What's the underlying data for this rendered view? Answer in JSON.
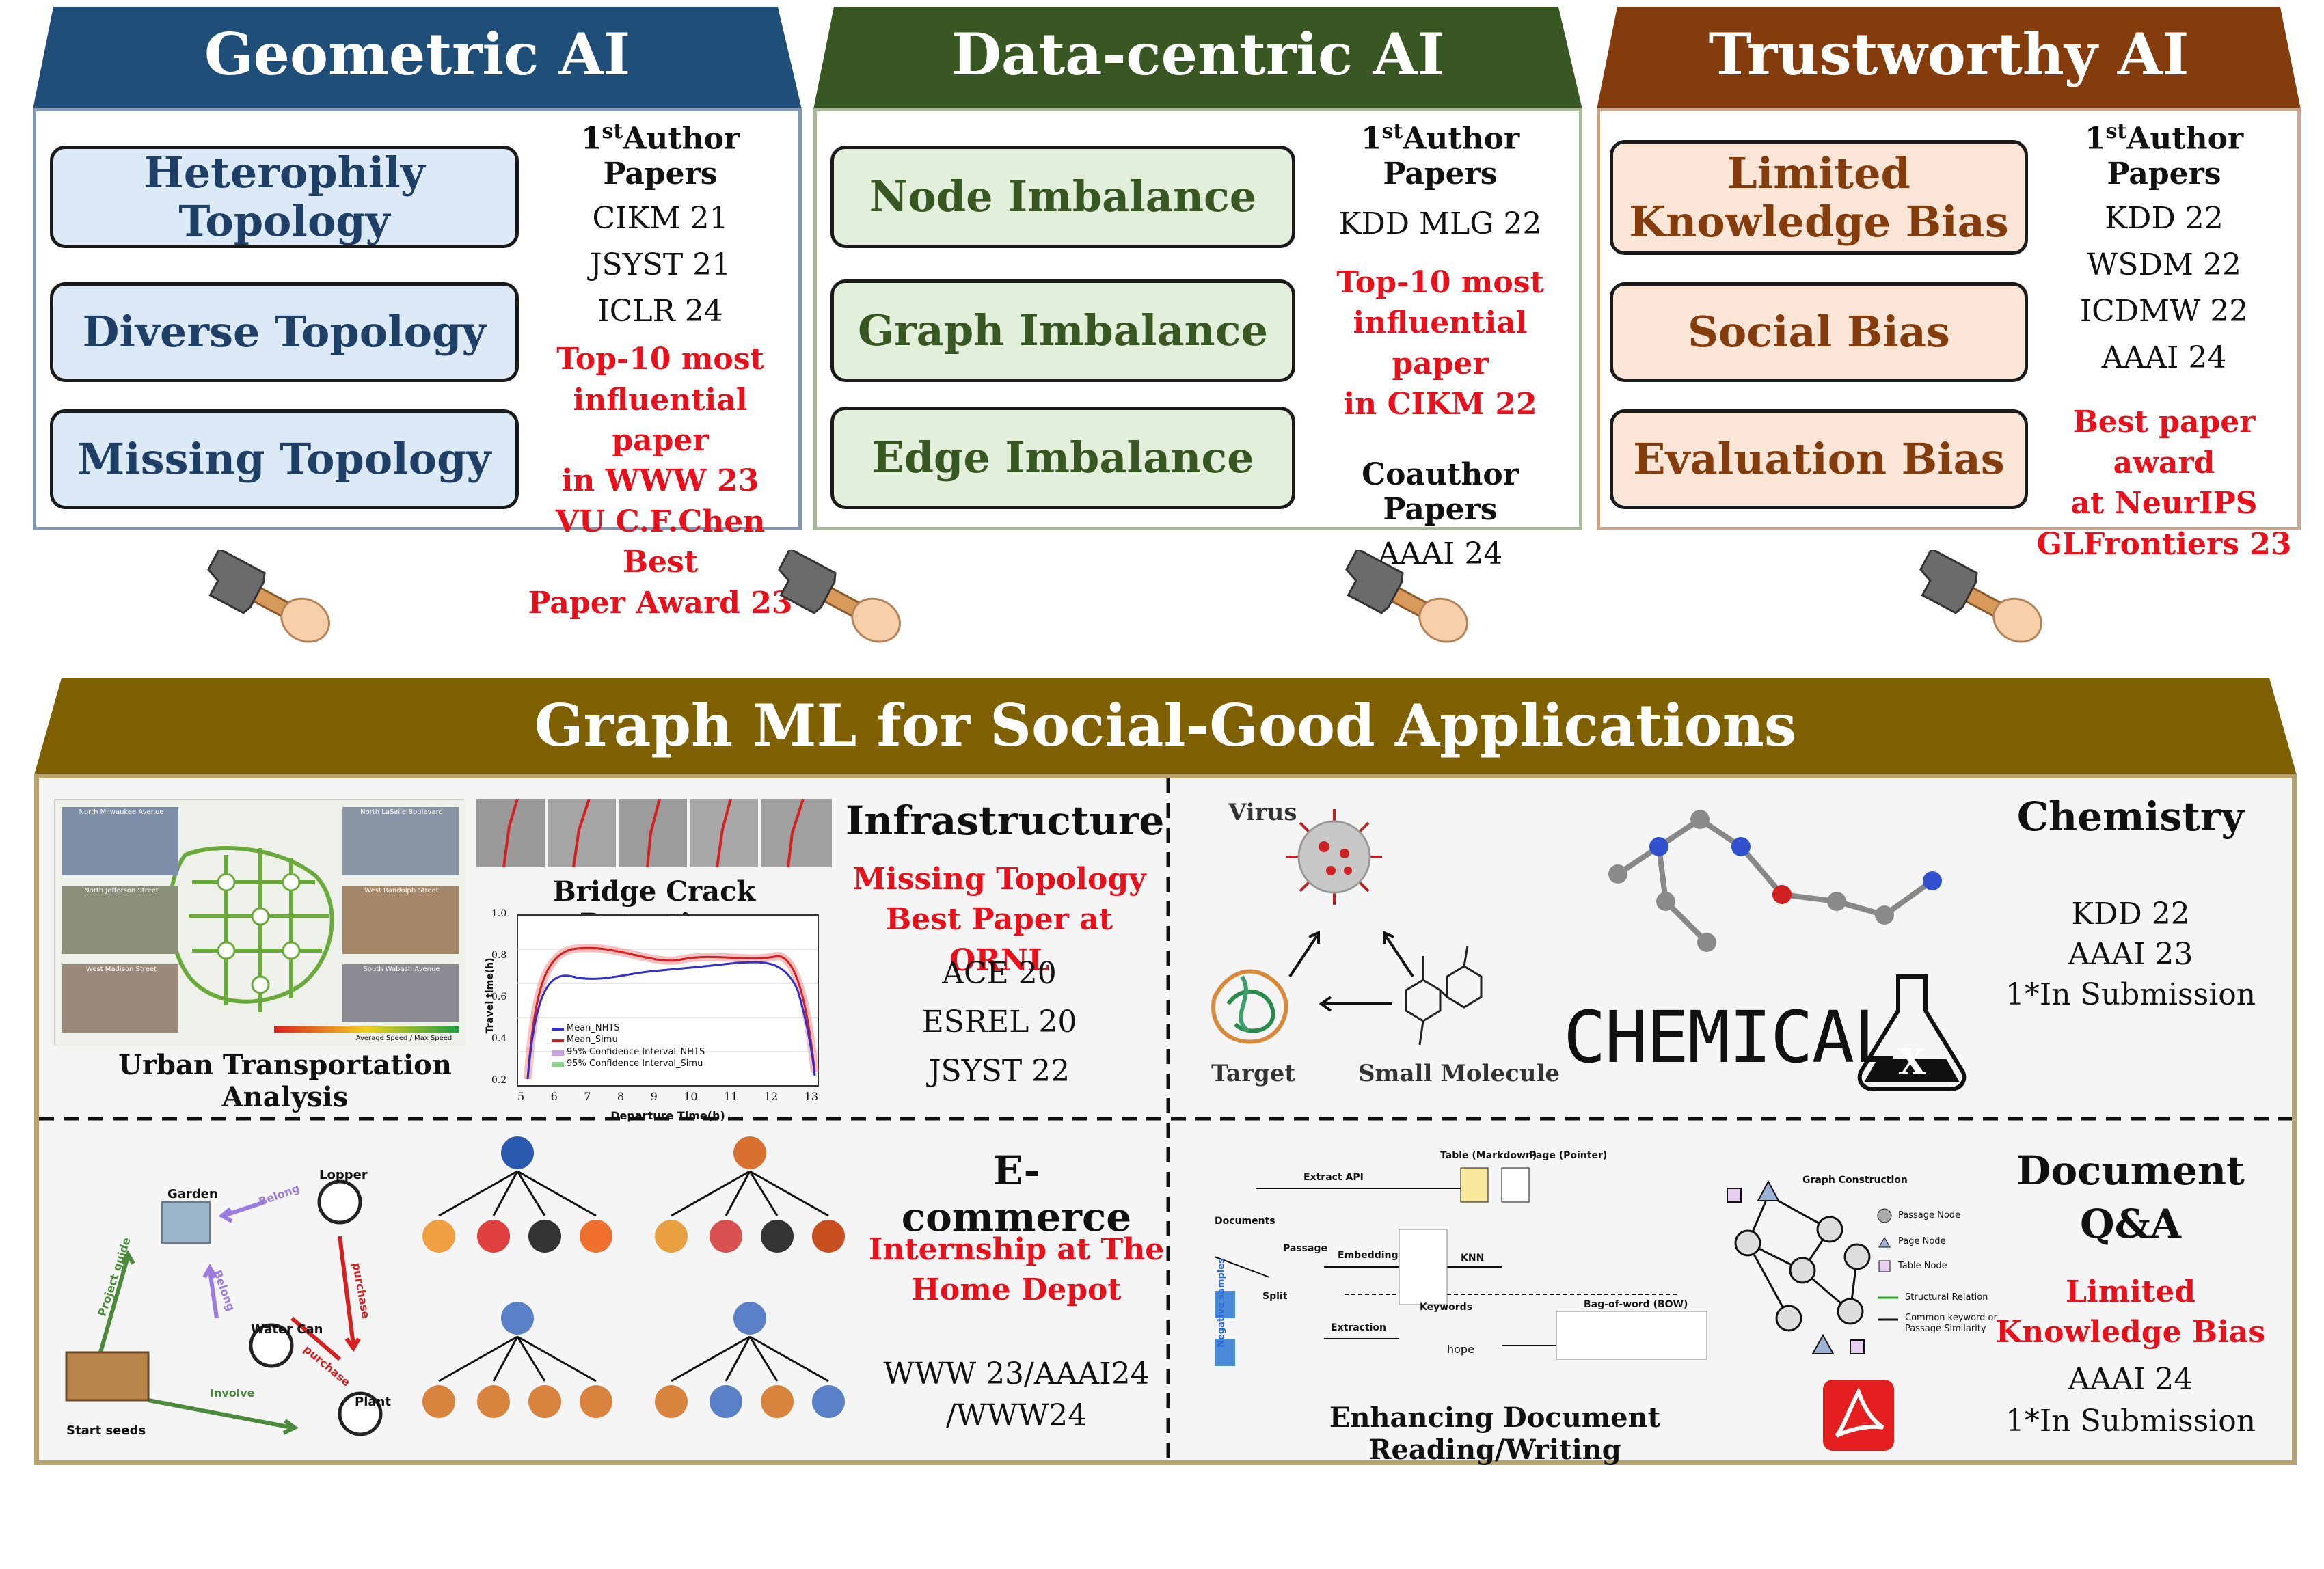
{
  "colors": {
    "geometric_banner": "#1f4e79",
    "geometric_box": "#dce9f6",
    "geometric_text": "#1f3f66",
    "datacentric_banner": "#385723",
    "datacentric_box": "#e2efda",
    "datacentric_text": "#385723",
    "trustworthy_banner": "#843c0c",
    "trustworthy_box": "#fbe5d6",
    "trustworthy_text": "#843c0c",
    "highlight_red": "#e8101a",
    "app_banner": "#7f6000"
  },
  "geometric": {
    "title": "Geometric AI",
    "boxes": [
      "Heterophily Topology",
      "Diverse Topology",
      "Missing Topology"
    ],
    "papers_header": "Author Papers",
    "papers_header_sup": "st",
    "papers_header_num": "1",
    "papers": [
      "CIKM 21",
      "JSYST 21",
      "ICLR 24"
    ],
    "awards": [
      "Top-10 most",
      "influential paper",
      "in WWW  23",
      "VU C.F.Chen Best",
      "Paper Award 23"
    ]
  },
  "datacentric": {
    "title": "Data-centric AI",
    "boxes": [
      "Node Imbalance",
      "Graph Imbalance",
      "Edge Imbalance"
    ],
    "papers_header": "Author Papers",
    "papers_header_sup": "st",
    "papers_header_num": "1",
    "papers": [
      "KDD MLG 22"
    ],
    "awards": [
      "Top-10 most",
      "influential paper",
      "in CIKM 22"
    ],
    "coauthor_header": "Coauthor Papers",
    "coauthor_papers": [
      "AAAI 24"
    ]
  },
  "trustworthy": {
    "title": "Trustworthy AI",
    "boxes": [
      "Limited Knowledge Bias",
      "Social Bias",
      "Evaluation Bias"
    ],
    "papers_header": "Author Papers",
    "papers_header_sup": "st",
    "papers_header_num": "1",
    "papers": [
      "KDD 22",
      "WSDM 22",
      "ICDMW 22",
      "AAAI 24"
    ],
    "awards": [
      "Best paper award",
      "at NeurIPS",
      "GLFrontiers 23"
    ]
  },
  "applications": {
    "title": "Graph ML for Social-Good Applications",
    "infrastructure": {
      "title": "Infrastructure",
      "awards": [
        "Missing Topology",
        "Best Paper at ORNL"
      ],
      "papers": [
        "ACE 20",
        "ESREL 20",
        "JSYST 22"
      ],
      "caption_left": "Urban Transportation Analysis",
      "caption_right": "Bridge Crack Detection",
      "street_labels": [
        "North Milwaukee Avenue",
        "North Jefferson Street",
        "West Madison Street",
        "North LaSalle Boulevard",
        "West Randolph Street",
        "South Wabash Avenue"
      ],
      "chart": {
        "ylabel": "Travel time(h)",
        "xlabel": "Departure Time(h)",
        "legend": [
          "Mean_NHTS",
          "Mean_Simu",
          "95% Confidence Interval_NHTS",
          "95% Confidence Interval_Simu"
        ],
        "xticks": [
          "5",
          "6",
          "7",
          "8",
          "9",
          "10",
          "11",
          "12",
          "13"
        ],
        "yticks": [
          "0.2",
          "0.4",
          "0.6",
          "0.8",
          "1.0"
        ]
      },
      "speed_label": "Average Speed / Max Speed"
    },
    "chemistry": {
      "title": "Chemistry",
      "papers": [
        "KDD 22",
        "AAAI 23",
        "1*In Submission"
      ],
      "virus_label": "Virus",
      "target_label": "Target",
      "molecule_label": "Small Molecule",
      "logo_text": "CHEMICAL",
      "logo_x": "X"
    },
    "ecommerce": {
      "title": "E-commerce",
      "awards": [
        "Internship at The",
        "Home Depot"
      ],
      "papers": [
        "WWW 23/AAAI24",
        "/WWW24"
      ],
      "graph_labels": {
        "garden": "Garden",
        "lopper": "Lopper",
        "water_can": "Water Can",
        "plant": "Plant",
        "start_seeds": "Start seeds",
        "belong": "Belong",
        "project_guide": "Project guide",
        "purchase": "purchase",
        "involve": "Involve"
      }
    },
    "document": {
      "title_line1": "Document",
      "title_line2": "Q&A",
      "awards": [
        "Limited",
        "Knowledge Bias"
      ],
      "papers": [
        "AAAI 24",
        "1*In Submission"
      ],
      "caption": "Enhancing Document Reading/Writing",
      "diagram_labels": {
        "extract_api": "Extract API",
        "table": "Table (Markdown)",
        "page": "Page (Pointer)",
        "documents": "Documents",
        "passage": "Passage",
        "split": "Split",
        "embedding": "Embedding",
        "knn": "KNN",
        "extraction": "Extraction",
        "keywords": "Keywords",
        "bow": "Bag-of-word (BOW)",
        "graph_construction": "Graph Construction",
        "passage_node": "Passage Node",
        "page_node": "Page Node",
        "table_node": "Table Node",
        "structural_relation": "Structural Relation",
        "common_keyword": "Common keyword or",
        "passage_similarity": "Passage Similarity",
        "negative_samples": "Negative samples",
        "hope": "hope"
      }
    }
  }
}
